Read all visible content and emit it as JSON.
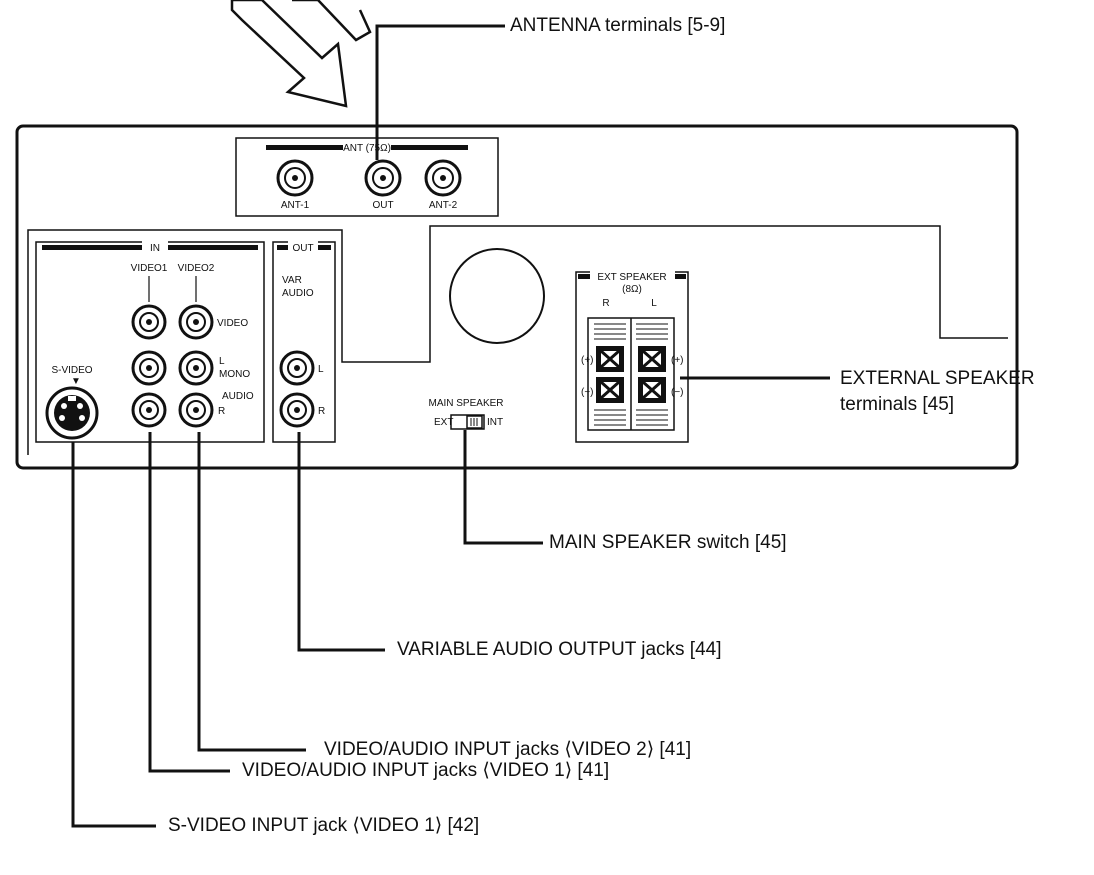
{
  "callouts": {
    "antenna": "ANTENNA terminals [5-9]",
    "external_speaker_line1": "EXTERNAL SPEAKER",
    "external_speaker_line2": "terminals [45]",
    "main_speaker_switch": "MAIN SPEAKER switch [45]",
    "variable_audio_output": "VARIABLE AUDIO OUTPUT jacks [44]",
    "video_audio_input_video2": "VIDEO/AUDIO INPUT jacks ⟨VIDEO 2⟩ [41]",
    "video_audio_input_video1": "VIDEO/AUDIO INPUT jacks ⟨VIDEO 1⟩ [41]",
    "s_video_input": "S-VIDEO INPUT jack ⟨VIDEO 1⟩ [42]"
  },
  "panel": {
    "ant_header": "ANT (75Ω)",
    "ant_1": "ANT-1",
    "ant_out": "OUT",
    "ant_2": "ANT-2",
    "in_header": "IN",
    "out_header": "OUT",
    "video1": "VIDEO1",
    "video2": "VIDEO2",
    "video": "VIDEO",
    "l": "L",
    "mono": "MONO",
    "audio": "AUDIO",
    "r": "R",
    "s_video": "S-VIDEO",
    "s_video_arrow": "▼",
    "var": "VAR",
    "var_audio": "AUDIO",
    "out_l": "L",
    "out_r": "R",
    "main_speaker": "MAIN SPEAKER",
    "ext": "EXT",
    "int": "INT",
    "ext_speaker_header": "EXT SPEAKER",
    "ext_speaker_ohm": "(8Ω)",
    "spk_r": "R",
    "spk_l": "L",
    "plus_left": "(+)",
    "minus_left": "(−)",
    "plus_right": "(+)",
    "minus_right": "(−)"
  },
  "colors": {
    "ink": "#111111",
    "paper": "#ffffff"
  }
}
